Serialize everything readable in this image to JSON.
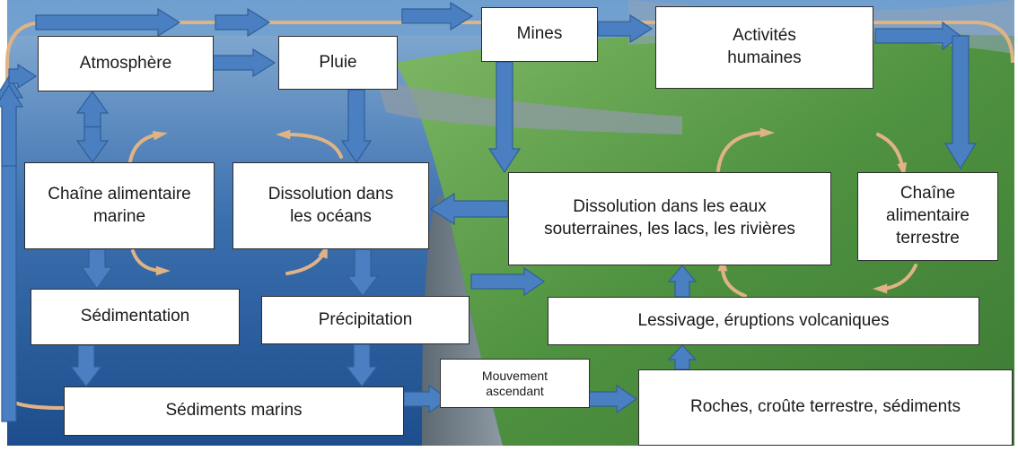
{
  "nodes": {
    "atmosphere": "Atmosphère",
    "pluie": "Pluie",
    "mines": "Mines",
    "activites": "Activités\nhumaines",
    "chaine_marine": "Chaîne alimentaire\nmarine",
    "dissolution_oceans": "Dissolution dans\nles océans",
    "dissolution_eaux": "Dissolution dans les eaux\nsouterraines, les lacs, les rivières",
    "chaine_terrestre": "Chaîne\nalimentaire\nterrestre",
    "sedimentation": "Sédimentation",
    "precipitation": "Précipitation",
    "lessivage": "Lessivage, éruptions volcaniques",
    "mouvement": "Mouvement\nascendant",
    "sediments_marins": "Sédiments marins",
    "roches": "Roches, croûte terrestre, sédiments"
  },
  "colors": {
    "arrow_fill": "#4a7fc1",
    "arrow_stroke": "#2f5f9a",
    "cycle_line": "#e0b385",
    "box_border": "#2e2e2e"
  }
}
